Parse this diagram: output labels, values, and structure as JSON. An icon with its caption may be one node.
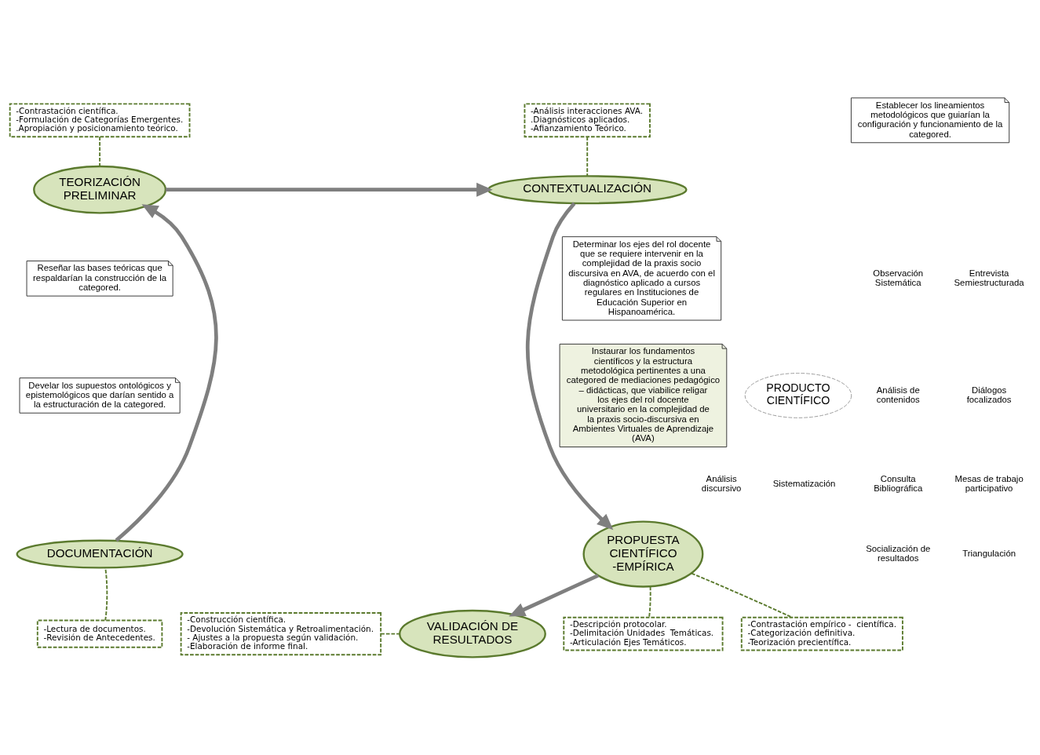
{
  "diagram": {
    "nodes": [
      {
        "text": [
          "TEORIZACIÓN PRELIMINAR"
        ]
      },
      {
        "text": [
          "CONTEXTUALIZACIÓN"
        ]
      },
      {
        "text": [
          "PROPUESTA CIENTÍFICO -EMPÍRICA"
        ]
      },
      {
        "text": [
          "VALIDACIÓN DE RESULTADOS"
        ]
      },
      {
        "text": [
          "DOCUMENTACIÓN"
        ]
      },
      {
        "text": [
          "-Contrastación científica.",
          "-Formulación de Categorías Emergentes.",
          ".Apropiación y posicionamiento teórico."
        ]
      },
      {
        "text": [
          "-Análisis interacciones AVA.",
          ".Diagnósticos aplicados.",
          "-Afianzamiento Teórico."
        ]
      },
      {
        "text": [
          "-Lectura de documentos.",
          "-Revisión de Antecedentes."
        ]
      },
      {
        "text": [
          "-Construcción científica.",
          "-Devolución Sistemática y Retroalimentación.",
          "- Ajustes a la propuesta según validación.",
          "-Elaboración de informe final."
        ]
      },
      {
        "text": [
          "-Descripción protocolar.",
          " -Delimitación Unidades  Temáticas.",
          "-Articulación Ejes Temáticos."
        ]
      },
      {
        "text": [
          "-Contrastación empírico -  científica.",
          "-Categorización definitiva.",
          "-Teorización precientífica."
        ]
      },
      {
        "text": [
          "Establecer los lineamientos metodológicos que guiarían la configuración y funcionamiento de la categored."
        ]
      },
      {
        "text": [
          "Determinar los ejes del rol docente que se requiere intervenir en la complejidad de la praxis socio discursiva en AVA, de acuerdo con el diagnóstico aplicado a cursos regulares en Instituciones de Educación Superior en Hispanoamérica."
        ]
      },
      {
        "text": [
          "Instaurar los fundamentos científicos y la estructura metodológica pertinentes a una categored de mediaciones pedagógico – didácticas, que viabilice religar los ejes del rol docente universitario en la complejidad de la praxis socio-discursiva en Ambientes Virtuales de Aprendizaje (AVA)"
        ]
      },
      {
        "text": [
          "Develar los supuestos ontológicos y epistemológicos que darían sentido a la estructuración de la categored."
        ]
      },
      {
        "text": [
          "Reseñar las bases teóricas que respaldarían la construcción de la categored."
        ]
      },
      {
        "text": [
          "PRODUCTO CIENTÍFICO"
        ]
      }
    ],
    "edges": [
      {
        "from": 0,
        "to": 1,
        "arrow": "to",
        "style": "thick"
      },
      {
        "from": 1,
        "to": 2,
        "arrow": "to",
        "style": "thick"
      },
      {
        "from": 2,
        "to": 3,
        "arrow": "to",
        "style": "thick"
      },
      {
        "from": 4,
        "to": 0,
        "arrow": "to",
        "style": "thick"
      },
      {
        "from": 5,
        "to": 0,
        "arrow": "none",
        "style": "dashed",
        "color": "#5b7a2e"
      },
      {
        "from": 6,
        "to": 1,
        "arrow": "none",
        "style": "dashed",
        "color": "#5b7a2e"
      },
      {
        "from": 7,
        "to": 4,
        "arrow": "none",
        "style": "dashed",
        "color": "#5b7a2e"
      },
      {
        "from": 8,
        "to": 3,
        "arrow": "none",
        "style": "dashed",
        "color": "#5b7a2e"
      },
      {
        "from": 2,
        "to": 9,
        "arrow": "none",
        "style": "dashed",
        "color": "#5b7a2e"
      },
      {
        "from": 2,
        "to": 10,
        "arrow": "none",
        "style": "dashed",
        "color": "#5b7a2e"
      }
    ],
    "labels": [
      "Observación Sistemática",
      "Entrevista Semiestructurada",
      "Análisis discursivo",
      "Diálogos focalizados",
      "Análisis de contenidos",
      "Consulta Bibliográfica",
      "Mesas de trabajo participativo",
      "Sistematización",
      "Socialización de resultados",
      "Triangulación"
    ]
  }
}
